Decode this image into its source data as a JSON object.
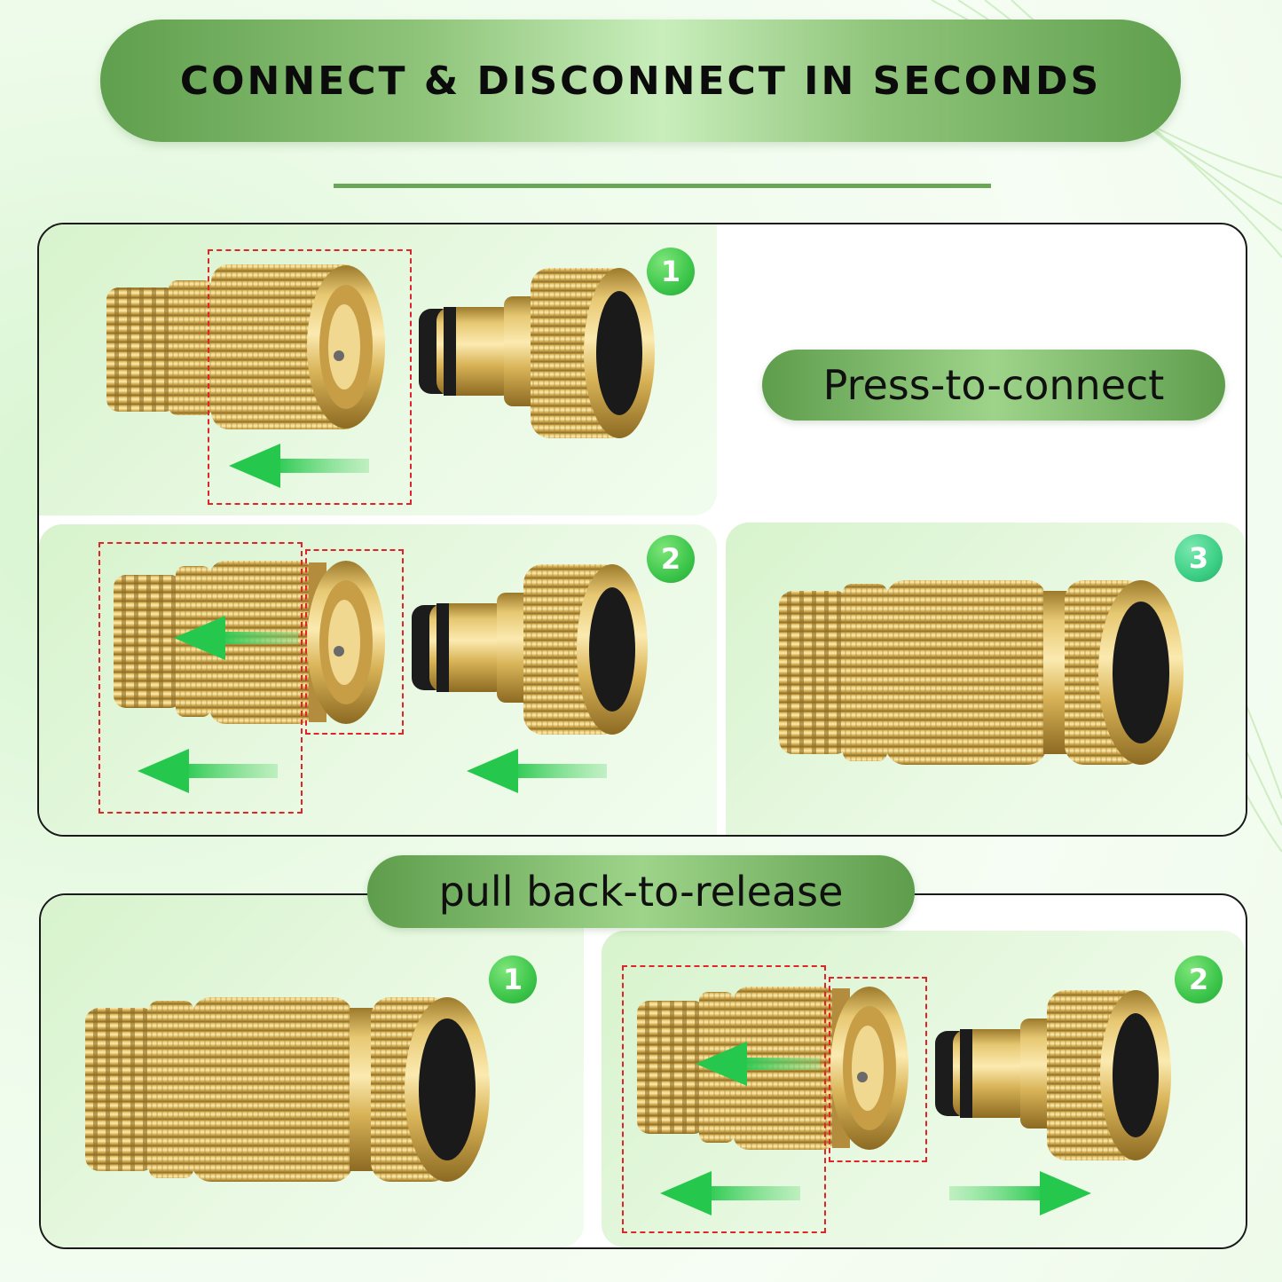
{
  "header": {
    "title": "CONNECT & DISCONNECT IN SECONDS"
  },
  "labels": {
    "press_to_connect": "Press-to-connect",
    "pull_back_to_release": "pull back-to-release"
  },
  "steps": {
    "connect_1": "1",
    "connect_2": "2",
    "connect_3": "3",
    "release_1": "1",
    "release_2": "2"
  },
  "colors": {
    "brass": "#d9b458",
    "brand_green": "#5f9f4d",
    "arrow_green": "#2fcf55",
    "dash_red": "#e0252a"
  },
  "icons": [
    "left-arrow-icon",
    "right-arrow-icon",
    "step-number-badge",
    "hose-connector-image"
  ]
}
